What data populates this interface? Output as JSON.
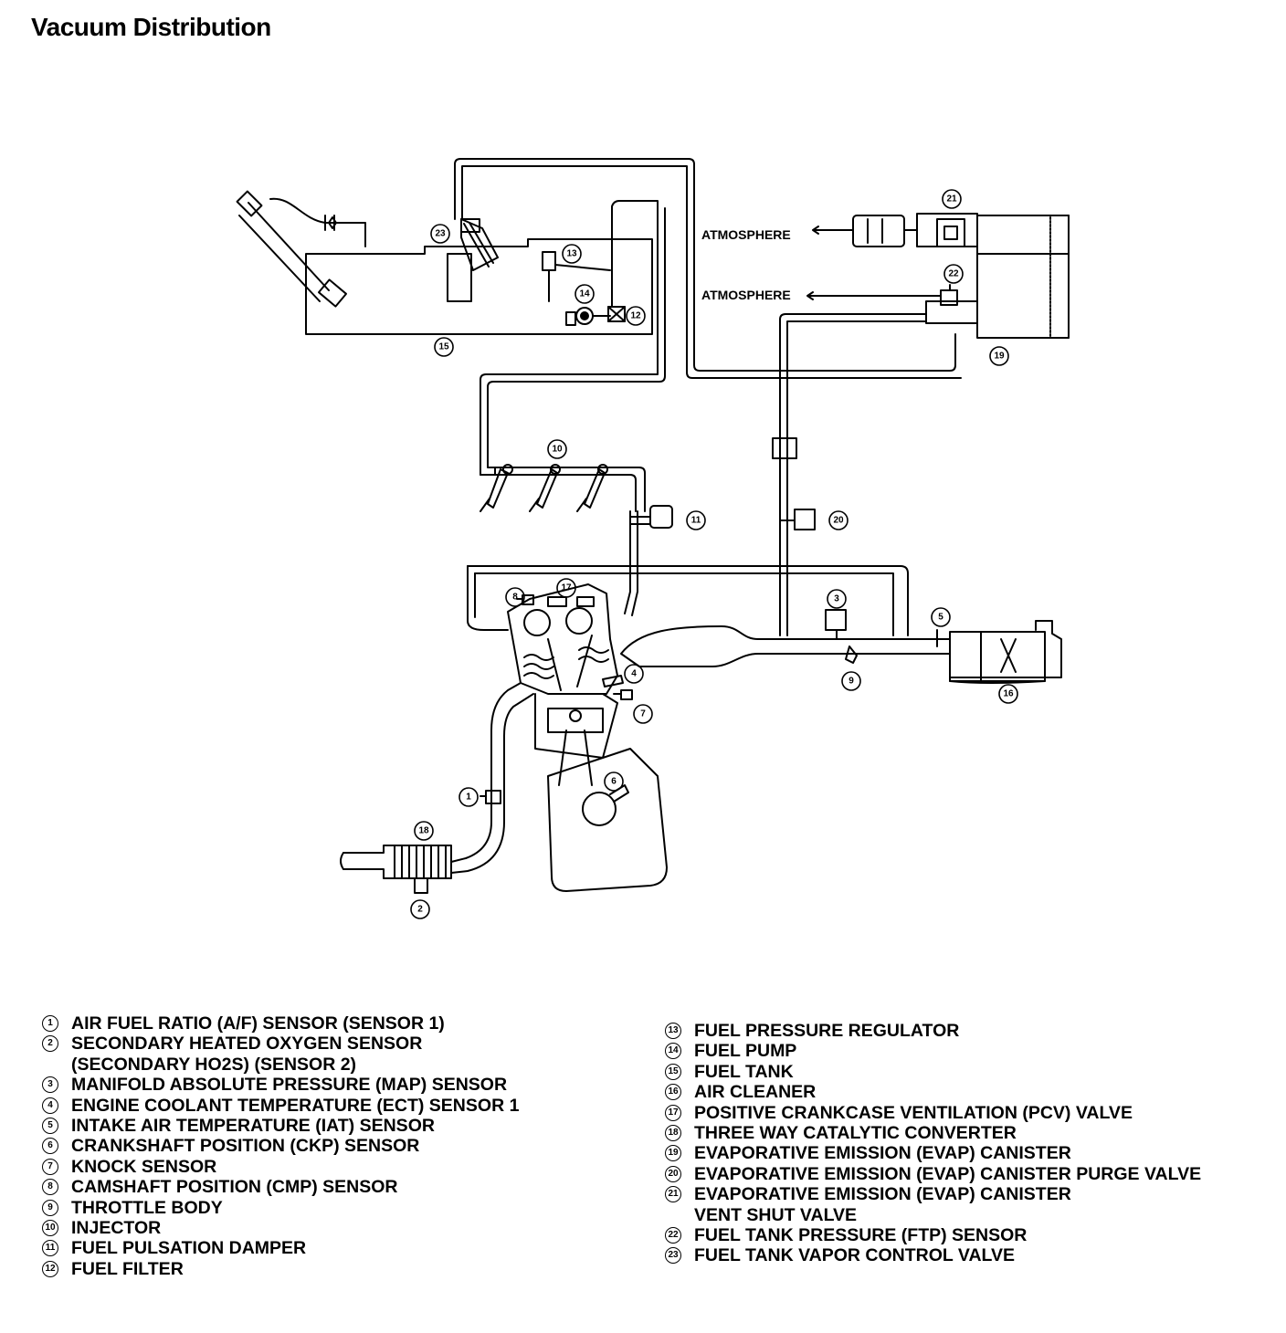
{
  "title": "Vacuum Distribution",
  "diagram": {
    "atmosphere_labels": [
      "ATMOSPHERE",
      "ATMOSPHERE"
    ],
    "callouts": [
      "1",
      "2",
      "3",
      "4",
      "5",
      "6",
      "7",
      "8",
      "9",
      "10",
      "11",
      "12",
      "13",
      "14",
      "15",
      "16",
      "17",
      "18",
      "19",
      "20",
      "21",
      "22",
      "23"
    ]
  },
  "legend_left": [
    {
      "num": "1",
      "lines": [
        "AIR FUEL RATIO (A/F) SENSOR (SENSOR 1)"
      ]
    },
    {
      "num": "2",
      "lines": [
        "SECONDARY HEATED OXYGEN SENSOR",
        "(SECONDARY HO2S) (SENSOR 2)"
      ]
    },
    {
      "num": "3",
      "lines": [
        "MANIFOLD ABSOLUTE PRESSURE (MAP) SENSOR"
      ]
    },
    {
      "num": "4",
      "lines": [
        "ENGINE COOLANT TEMPERATURE (ECT) SENSOR 1"
      ]
    },
    {
      "num": "5",
      "lines": [
        "INTAKE AIR TEMPERATURE (IAT) SENSOR"
      ]
    },
    {
      "num": "6",
      "lines": [
        "CRANKSHAFT POSITION (CKP) SENSOR"
      ]
    },
    {
      "num": "7",
      "lines": [
        "KNOCK SENSOR"
      ]
    },
    {
      "num": "8",
      "lines": [
        "CAMSHAFT POSITION (CMP) SENSOR"
      ]
    },
    {
      "num": "9",
      "lines": [
        "THROTTLE BODY"
      ]
    },
    {
      "num": "10",
      "lines": [
        "INJECTOR"
      ]
    },
    {
      "num": "11",
      "lines": [
        "FUEL PULSATION DAMPER"
      ]
    },
    {
      "num": "12",
      "lines": [
        "FUEL FILTER"
      ]
    }
  ],
  "legend_right": [
    {
      "num": "13",
      "lines": [
        "FUEL PRESSURE REGULATOR"
      ]
    },
    {
      "num": "14",
      "lines": [
        "FUEL PUMP"
      ]
    },
    {
      "num": "15",
      "lines": [
        "FUEL TANK"
      ]
    },
    {
      "num": "16",
      "lines": [
        "AIR CLEANER"
      ]
    },
    {
      "num": "17",
      "lines": [
        "POSITIVE CRANKCASE VENTILATION (PCV) VALVE"
      ]
    },
    {
      "num": "18",
      "lines": [
        "THREE WAY CATALYTIC CONVERTER"
      ]
    },
    {
      "num": "19",
      "lines": [
        "EVAPORATIVE EMISSION (EVAP) CANISTER"
      ]
    },
    {
      "num": "20",
      "lines": [
        "EVAPORATIVE EMISSION (EVAP) CANISTER PURGE VALVE"
      ]
    },
    {
      "num": "21",
      "lines": [
        "EVAPORATIVE EMISSION (EVAP) CANISTER",
        "VENT SHUT VALVE"
      ]
    },
    {
      "num": "22",
      "lines": [
        "FUEL TANK PRESSURE (FTP) SENSOR"
      ]
    },
    {
      "num": "23",
      "lines": [
        "FUEL TANK VAPOR CONTROL VALVE"
      ]
    }
  ]
}
